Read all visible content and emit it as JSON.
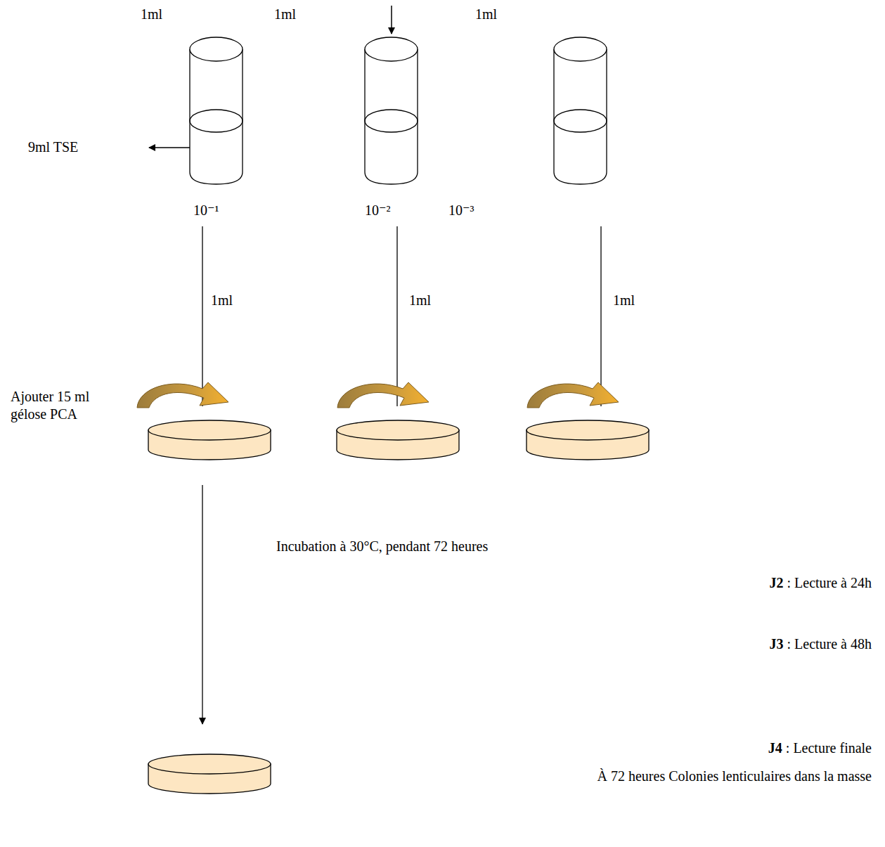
{
  "diagram": {
    "labels": [
      "1ml",
      "1ml",
      "1ml",
      "9ml TSE",
      "10⁻¹",
      "10⁻²",
      "10⁻³",
      "1ml",
      "1ml",
      "1ml",
      "Ajouter 15 ml gélose PCA",
      "Incubation à 30°C, pendant 72 heures",
      "J2 : Lecture à 24h",
      "J3 : Lecture à 48h",
      "J4 : Lecture finale",
      "À 72 heures Colonies lenticulaires dans la masse"
    ]
  }
}
